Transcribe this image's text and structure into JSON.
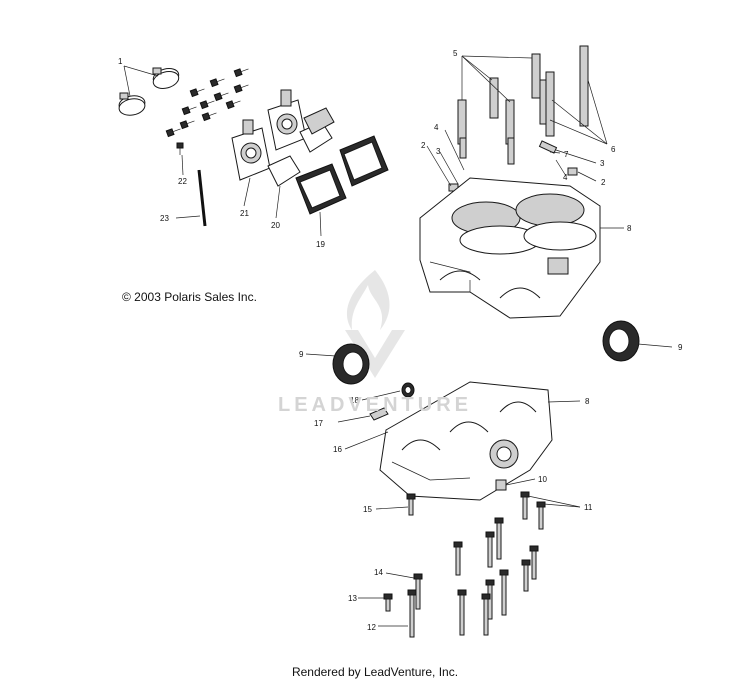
{
  "copyright": "© 2003 Polaris Sales Inc.",
  "footer": "Rendered by LeadVenture, Inc.",
  "watermark": "LEADVENTURE",
  "callouts": {
    "c1": "1",
    "c2a": "2",
    "c2b": "2",
    "c3a": "3",
    "c3b": "3",
    "c4a": "4",
    "c4b": "4",
    "c5": "5",
    "c6": "6",
    "c7": "7",
    "c8a": "8",
    "c8b": "8",
    "c9a": "9",
    "c9b": "9",
    "c10": "10",
    "c11": "11",
    "c12": "12",
    "c13": "13",
    "c14": "14",
    "c15": "15",
    "c16": "16",
    "c17": "17",
    "c18": "18",
    "c19": "19",
    "c20": "20",
    "c21": "21",
    "c22": "22",
    "c23": "23"
  }
}
